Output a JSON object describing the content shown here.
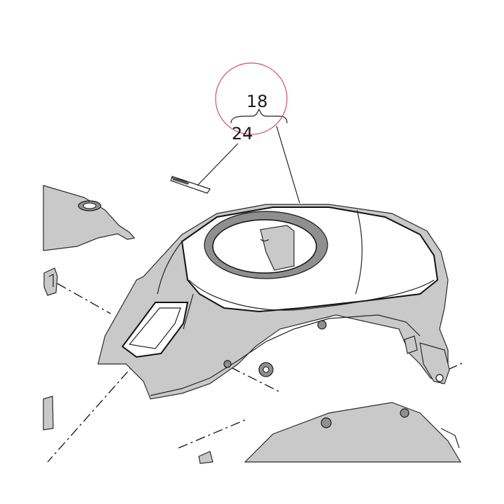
{
  "diagram": {
    "callouts": [
      {
        "id": "18",
        "label": "18"
      },
      {
        "id": "24",
        "label": "24"
      }
    ],
    "highlight_color": "#d0506a",
    "line_color": "#111111",
    "shade_color": "#c9c9c9"
  }
}
